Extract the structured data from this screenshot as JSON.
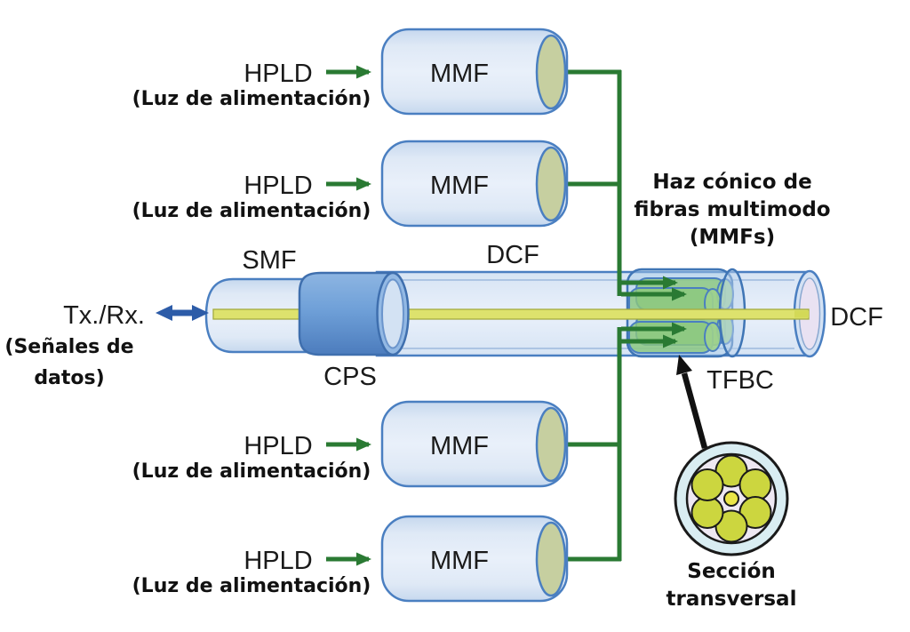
{
  "figure": {
    "feeds": [
      {
        "hpld": "HPLD",
        "feed_label": "(Luz de alimentación)",
        "mmf": "MMF"
      },
      {
        "hpld": "HPLD",
        "feed_label": "(Luz de alimentación)",
        "mmf": "MMF"
      },
      {
        "hpld": "HPLD",
        "feed_label": "(Luz de alimentación)",
        "mmf": "MMF"
      },
      {
        "hpld": "HPLD",
        "feed_label": "(Luz de alimentación)",
        "mmf": "MMF"
      }
    ],
    "trunk": {
      "txrx": "Tx./Rx.",
      "signals_line1": "(Señales de",
      "signals_line2": "datos)",
      "smf": "SMF",
      "cps": "CPS",
      "dcf": "DCF",
      "dcf_out": "DCF",
      "tfbc": "TFBC"
    },
    "annotations": {
      "bundle_line1": "Haz cónico de",
      "bundle_line2": "fibras multimodo",
      "bundle_line3": "(MMFs)",
      "section_line1": "Sección",
      "section_line2": "transversal"
    },
    "colors": {
      "pump_green": "#2a7a33",
      "outline_blue": "#4a7fc1",
      "tube_fill": "#dce7f5",
      "fiber_end_olive": "#c6cfa0",
      "core_yellow": "#dde26d",
      "cps_blue": "#6f9fd6",
      "signal_arrow_blue": "#2d5ca8",
      "bundle_green": "#8cc87d",
      "dcf_end_lavender": "#e9e2f2",
      "cross_section_ring": "#d9edf2",
      "cross_section_fiber": "#ccd63f"
    }
  }
}
